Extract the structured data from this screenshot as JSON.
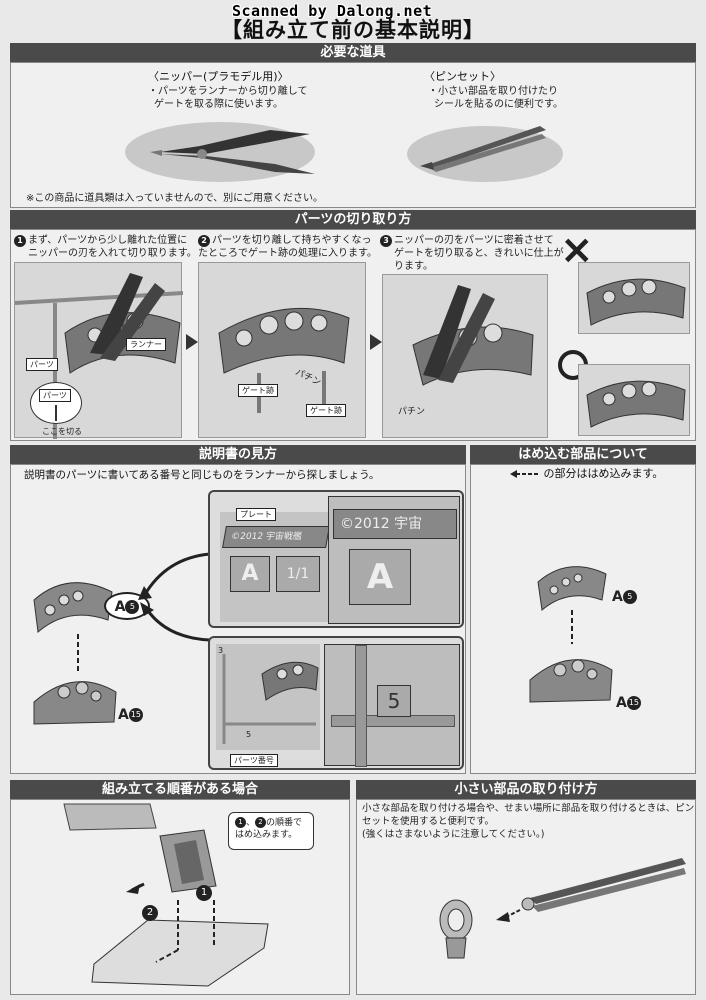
{
  "watermark": "Scanned by Dalong.net",
  "title": "【組み立て前の基本説明】",
  "tools": {
    "header": "必要な道具",
    "nipper_title": "〈ニッパー(プラモデル用)〉",
    "nipper_desc1": "・パーツをランナーから切り離して",
    "nipper_desc2": "ゲートを取る際に使います。",
    "tweezers_title": "〈ピンセット〉",
    "tweezers_desc1": "・小さい部品を取り付けたり",
    "tweezers_desc2": "シールを貼るのに便利です。",
    "note": "※この商品に道具類は入っていませんので、別にご用意ください。"
  },
  "cutting": {
    "header": "パーツの切り取り方",
    "step1_num": "1",
    "step1_line1": "まず、パーツから少し離れた位置に",
    "step1_line2": "ニッパーの刃を入れて切り取ります。",
    "step2_num": "2",
    "step2_line1": "パーツを切り離して持ちやすくなっ",
    "step2_line2": "たところでゲート跡の処理に入ります。",
    "step3_num": "3",
    "step3_line1": "ニッパーの刃をパーツに密着させて",
    "step3_line2": "ゲートを切り取ると、きれいに仕上が",
    "step3_line3": "ります。",
    "label_parts": "パーツ",
    "label_runner": "ランナー",
    "label_parts2": "パーツ",
    "label_cut_here": "ここを切る",
    "label_gate1": "ゲート跡",
    "label_gate2": "ゲート跡",
    "sfx_pachin": "パチン",
    "sfx_pachin2": "パチン",
    "wrong_mark": "×",
    "right_mark": "○"
  },
  "manual": {
    "header": "説明書の見方",
    "desc": "説明書のパーツに書いてある番号と同じものをランナーから探しましょう。",
    "label_plate": "プレート",
    "label_part_no": "パーツ番号",
    "code_a": "A",
    "num_5": "5",
    "num_15": "15",
    "plate_text1": "©2012",
    "plate_text2": "宇宙戦艦",
    "plate_text3": "1/1",
    "plate_text4": "©2012",
    "plate_text5": "宇宙",
    "tag_3": "3",
    "tag_5": "5",
    "tag_5b": "5"
  },
  "insert": {
    "header": "はめ込む部品について",
    "desc": "の部分ははめ込みます。"
  },
  "order": {
    "header": "組み立てる順番がある場合",
    "note_line1": "の順番で",
    "note_line2": "はめ込みます。",
    "n1": "1",
    "n2": "2"
  },
  "small": {
    "header": "小さい部品の取り付け方",
    "line1": "小さな部品を取り付ける場合や、せまい場所に部品を取り付けるときは、ピン",
    "line2": "セットを使用すると便利です。",
    "line3": "(強くはさまないように注意してください。)"
  }
}
